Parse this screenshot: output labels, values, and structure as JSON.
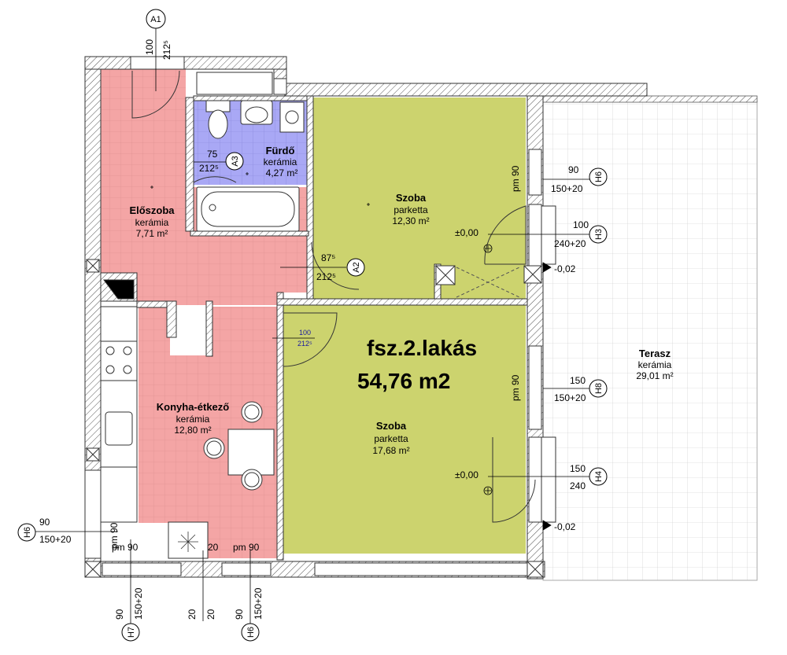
{
  "apartment": {
    "title": "fsz.2.lakás",
    "area": "54,76 m2"
  },
  "rooms": {
    "eloszoba": {
      "name": "Előszoba",
      "floor": "kerámia",
      "area": "7,71 m²"
    },
    "furdo": {
      "name": "Fürdő",
      "floor": "kerámia",
      "area": "4,27 m²"
    },
    "szoba1": {
      "name": "Szoba",
      "floor": "parketta",
      "area": "12,30 m²"
    },
    "konyha": {
      "name": "Konyha-étkező",
      "floor": "kerámia",
      "area": "12,80 m²"
    },
    "szoba2": {
      "name": "Szoba",
      "floor": "parketta",
      "area": "17,68 m²"
    },
    "terasz": {
      "name": "Terasz",
      "floor": "kerámia",
      "area": "29,01 m²"
    }
  },
  "levels": {
    "l1": "±0,00",
    "l2": "±0,00",
    "l3": "-0,02",
    "l4": "-0,02"
  },
  "doors": {
    "A1": {
      "tag": "A1",
      "w": "100",
      "h": "212⁵"
    },
    "A2": {
      "tag": "A2",
      "w": "87⁵",
      "h": "212⁵"
    },
    "A3": {
      "tag": "A3",
      "w": "75",
      "h": "212⁵"
    },
    "inner": {
      "w": "100",
      "h": "212⁵"
    }
  },
  "windows": {
    "H6_top": {
      "tag": "H6",
      "w": "90",
      "h": "150+20",
      "pm": "pm 90"
    },
    "H3": {
      "tag": "H3",
      "w": "100",
      "h": "240+20"
    },
    "H8": {
      "tag": "H8",
      "w": "150",
      "h": "150+20",
      "pm": "pm 90"
    },
    "H4": {
      "tag": "H4",
      "w": "150",
      "h": "240"
    },
    "H6_left": {
      "tag": "H6",
      "w": "90",
      "h": "150+20",
      "pm": "pm 90"
    },
    "H7": {
      "tag": "H7",
      "w": "90",
      "h": "150+20",
      "pm": "pm 90"
    },
    "vent": {
      "w1": "20",
      "w2": "20",
      "mid": "20"
    },
    "H6_bottom": {
      "tag": "H6",
      "w": "90",
      "h": "150+20",
      "pm": "pm 90"
    }
  }
}
